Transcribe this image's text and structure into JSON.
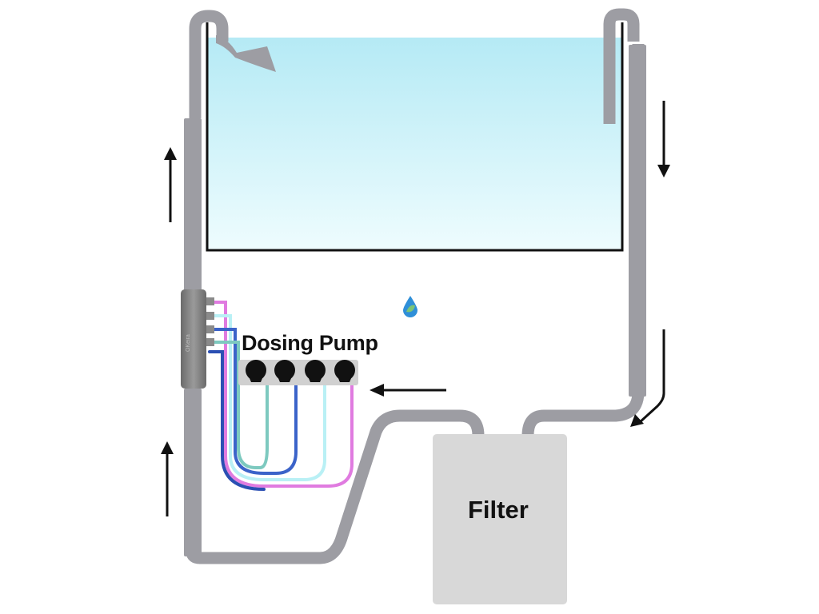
{
  "labels": {
    "dosing_pump": "Dosing Pump",
    "filter": "Filter",
    "hub": "OKeira"
  },
  "colors": {
    "pipe": "#9d9da3",
    "tank_border": "#111111",
    "water_top": "#b5eaf5",
    "water_bottom": "#e9fbfe",
    "filter_box": "#d8d8d8",
    "tube_pink": "#e07be0",
    "tube_light_blue": "#b9f0f5",
    "tube_blue": "#3b63c9",
    "tube_teal": "#7dc9bf",
    "arrow": "#111111",
    "logo_drop": "#2f8fd8",
    "logo_leaf": "#7cc576"
  },
  "icons": [
    "water-drop-leaf-icon",
    "pump-head-icon",
    "flow-arrow-icon"
  ]
}
